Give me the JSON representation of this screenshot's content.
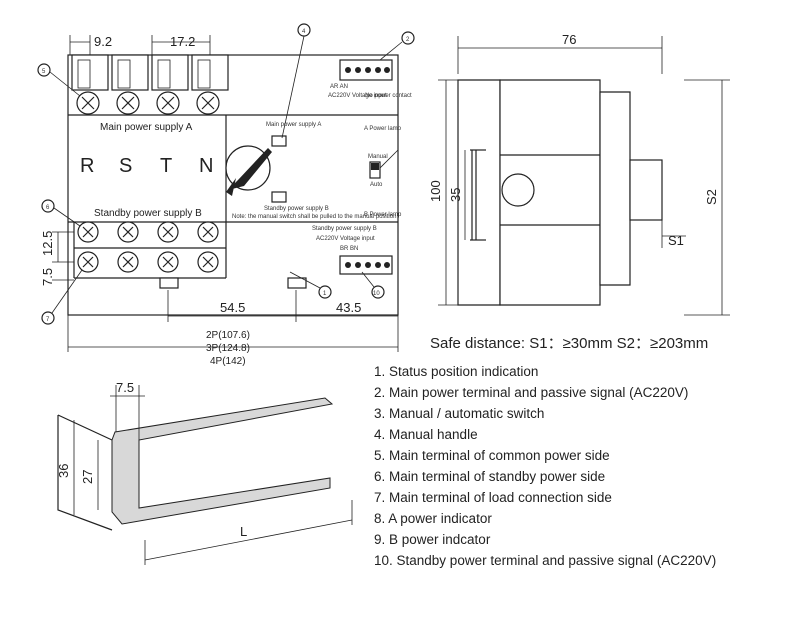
{
  "front_view": {
    "dim_terminal_pitch": "9.2",
    "dim_pole_pitch": "17.2",
    "label_main_supply": "Main power supply A",
    "label_standby_supply": "Standby power supply B",
    "phase_letters": [
      "R",
      "S",
      "T",
      "N"
    ],
    "dim_row_gap": "12.5",
    "dim_bottom_gap": "7.5",
    "dim_mid": "54.5",
    "dim_right": "43.5",
    "width_2p": "2P(107.6)",
    "width_3p": "3P(124.8)",
    "width_4p": "4P(142)",
    "callouts": [
      "1",
      "2",
      "4",
      "5",
      "6",
      "7",
      "10"
    ],
    "switch_text_manual": "Manual",
    "switch_text_auto": "Auto",
    "text_a_power_lamp": "A Power lamp",
    "text_b_power_lamp": "B Power lamp",
    "text_main_power_a": "Main power supply A",
    "text_standby_power_b": "Standby power supply B",
    "text_handle_note": "Note: the manual switch shall be pulled to the manual position",
    "text_top_terminal": "AR  AN",
    "text_voltage_top": "AC220V Voltage input",
    "text_no_power": "No power contact",
    "text_standby_top": "Standby power supply B",
    "text_voltage_bottom": "AC220V Voltage input",
    "text_bottom_terminal": "BR  BN"
  },
  "side_view": {
    "dim_width": "76",
    "dim_height": "100",
    "dim_inner": "35",
    "dim_s2": "S2",
    "dim_s1": "S1",
    "safe_distance": "Safe distance: S1：≥30mm    S2：≥203mm"
  },
  "rail_view": {
    "dim_flange": "7.5",
    "dim_height": "36",
    "dim_inner": "27",
    "dim_length": "L"
  },
  "legend": [
    "1. Status position indication",
    "2. Main power terminal and passive signal (AC220V)",
    "3. Manual / automatic switch",
    "4. Manual handle",
    "5. Main terminal of common power side",
    "6. Main terminal of standby power side",
    "7. Main terminal of load connection side",
    "8. A power indicator",
    "9. B power indcator",
    "10. Standby power terminal and passive signal (AC220V)"
  ]
}
